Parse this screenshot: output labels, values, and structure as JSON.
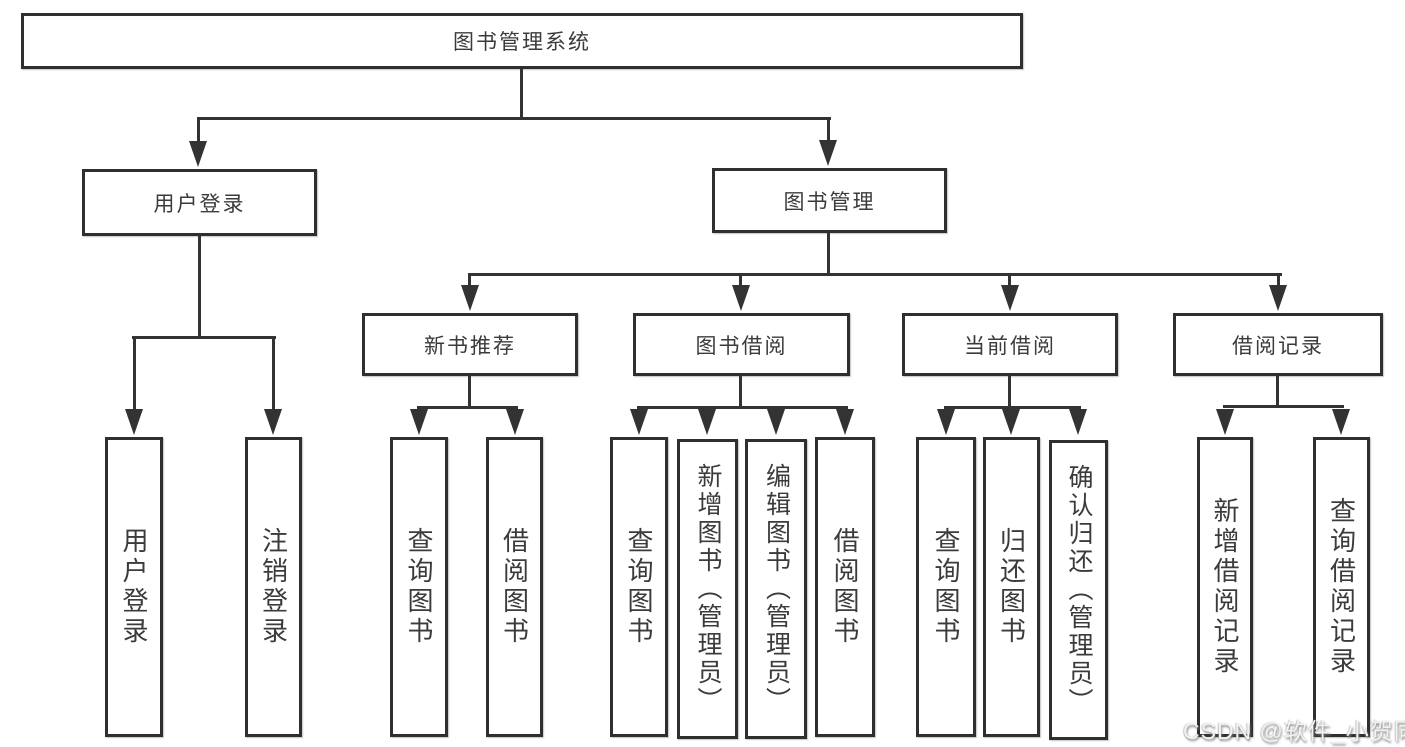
{
  "tree": {
    "label": "图书管理系统",
    "children": [
      {
        "label": "用户登录",
        "children": [
          {
            "label": "用户登录"
          },
          {
            "label": "注销登录"
          }
        ]
      },
      {
        "label": "图书管理",
        "children": [
          {
            "label": "新书推荐",
            "children": [
              {
                "label": "查询图书"
              },
              {
                "label": "借阅图书"
              }
            ]
          },
          {
            "label": "图书借阅",
            "children": [
              {
                "label": "查询图书"
              },
              {
                "label": "新增图书（管理员）"
              },
              {
                "label": "编辑图书（管理员）"
              },
              {
                "label": "借阅图书"
              }
            ]
          },
          {
            "label": "当前借阅",
            "children": [
              {
                "label": "查询图书"
              },
              {
                "label": "归还图书"
              },
              {
                "label": "确认归还（管理员）"
              }
            ]
          },
          {
            "label": "借阅记录",
            "children": [
              {
                "label": "新增借阅记录"
              },
              {
                "label": "查询借阅记录"
              }
            ]
          }
        ]
      }
    ]
  },
  "watermark": {
    "text": "CSDN @软件_小贺同学"
  },
  "colors": {
    "line": "#333333",
    "box_border": "#2f2f2f",
    "box_fill": "#ffffff",
    "text": "#3b3b3b",
    "watermark": "#f2f2f2"
  }
}
